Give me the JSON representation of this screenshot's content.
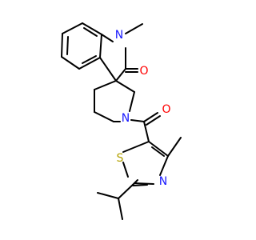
{
  "colors": {
    "bond": "#000000",
    "nitrogen": "#1a1aff",
    "oxygen": "#ff0000",
    "sulfur": "#b3a100",
    "background": "#ffffff"
  },
  "atoms": {
    "n_indoline": "N",
    "o_lactam": "O",
    "n_piperidine": "N",
    "o_amide": "O",
    "s_thiazole": "S",
    "n_thiazole": "N"
  }
}
